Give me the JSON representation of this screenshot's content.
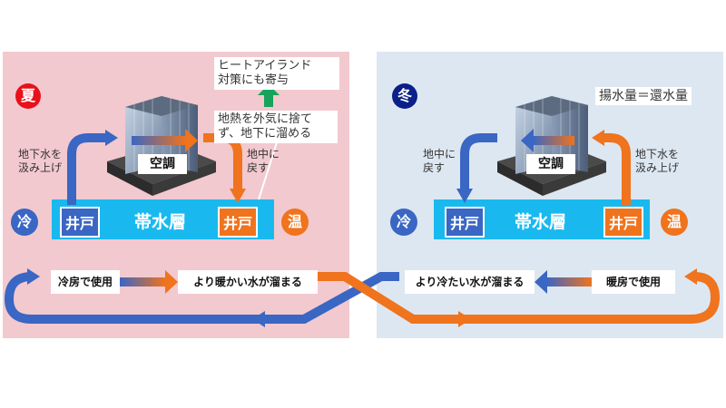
{
  "summer": {
    "season": "夏",
    "season_color": "#e8101a",
    "cold_label": "冷",
    "warm_label": "温",
    "aquifer": "帯水層",
    "well_left": "井戸",
    "well_right": "井戸",
    "aircon": "空調",
    "left_note": [
      "地下水を",
      "汲み上げ"
    ],
    "right_note": [
      "地中に",
      "戻す"
    ],
    "heat_island": [
      "ヒートアイランド",
      "対策にも寄与"
    ],
    "heat_note": [
      "地熱を外気に捨て",
      "ず、地下に溜める"
    ],
    "use_label": "冷房で使用",
    "store_label": "より暖かい水が溜まる"
  },
  "winter": {
    "season": "冬",
    "season_color": "#0b1f8a",
    "cold_label": "冷",
    "warm_label": "温",
    "aquifer": "帯水層",
    "well_left": "井戸",
    "well_right": "井戸",
    "aircon": "空調",
    "balance": "揚水量＝還水量",
    "left_note": [
      "地中に",
      "戻す"
    ],
    "right_note": [
      "地下水を",
      "汲み上げ"
    ],
    "store_label": "より冷たい水が溜まる",
    "use_label": "暖房で使用"
  },
  "colors": {
    "cold": "#3a66c4",
    "hot": "#f0731d",
    "aquifer": "#19b9ef",
    "summer_bg": "#f2c9cf",
    "winter_bg": "#dde7f1",
    "up_arrow": "#17a35a"
  },
  "icons": [
    "building-icon",
    "up-arrow-icon",
    "flow-arrow-icon"
  ]
}
